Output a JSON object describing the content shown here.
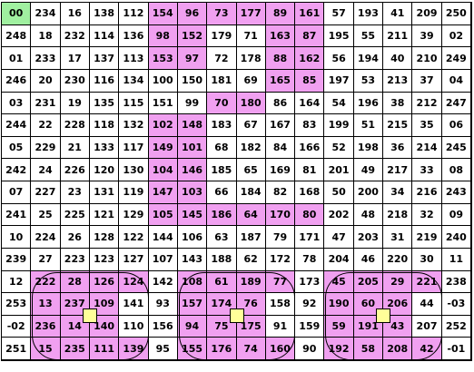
{
  "grid": [
    [
      "00",
      "234",
      "16",
      "138",
      "112",
      "154",
      "96",
      "73",
      "177",
      "89",
      "161",
      "57",
      "193",
      "41",
      "209",
      "250"
    ],
    [
      "248",
      "18",
      "232",
      "114",
      "136",
      "98",
      "152",
      "179",
      "71",
      "163",
      "87",
      "195",
      "55",
      "211",
      "39",
      "02"
    ],
    [
      "01",
      "233",
      "17",
      "137",
      "113",
      "153",
      "97",
      "72",
      "178",
      "88",
      "162",
      "56",
      "194",
      "40",
      "210",
      "249"
    ],
    [
      "246",
      "20",
      "230",
      "116",
      "134",
      "100",
      "150",
      "181",
      "69",
      "165",
      "85",
      "197",
      "53",
      "213",
      "37",
      "04"
    ],
    [
      "03",
      "231",
      "19",
      "135",
      "115",
      "151",
      "99",
      "70",
      "180",
      "86",
      "164",
      "54",
      "196",
      "38",
      "212",
      "247"
    ],
    [
      "244",
      "22",
      "228",
      "118",
      "132",
      "102",
      "148",
      "183",
      "67",
      "167",
      "83",
      "199",
      "51",
      "215",
      "35",
      "06"
    ],
    [
      "05",
      "229",
      "21",
      "133",
      "117",
      "149",
      "101",
      "68",
      "182",
      "84",
      "166",
      "52",
      "198",
      "36",
      "214",
      "245"
    ],
    [
      "242",
      "24",
      "226",
      "120",
      "130",
      "104",
      "146",
      "185",
      "65",
      "169",
      "81",
      "201",
      "49",
      "217",
      "33",
      "08"
    ],
    [
      "07",
      "227",
      "23",
      "131",
      "119",
      "147",
      "103",
      "66",
      "184",
      "82",
      "168",
      "50",
      "200",
      "34",
      "216",
      "243"
    ],
    [
      "241",
      "25",
      "225",
      "121",
      "129",
      "105",
      "145",
      "186",
      "64",
      "170",
      "80",
      "202",
      "48",
      "218",
      "32",
      "09"
    ],
    [
      "10",
      "224",
      "26",
      "128",
      "122",
      "144",
      "106",
      "63",
      "187",
      "79",
      "171",
      "47",
      "203",
      "31",
      "219",
      "240"
    ],
    [
      "239",
      "27",
      "223",
      "123",
      "127",
      "107",
      "143",
      "188",
      "62",
      "172",
      "78",
      "204",
      "46",
      "220",
      "30",
      "11"
    ],
    [
      "12",
      "222",
      "28",
      "126",
      "124",
      "142",
      "108",
      "61",
      "189",
      "77",
      "173",
      "45",
      "205",
      "29",
      "221",
      "238"
    ],
    [
      "253",
      "13",
      "237",
      "109",
      "141",
      "93",
      "157",
      "174",
      "76",
      "158",
      "92",
      "190",
      "60",
      "206",
      "44",
      "-03"
    ],
    [
      "-02",
      "236",
      "14",
      "140",
      "110",
      "156",
      "94",
      "75",
      "175",
      "91",
      "159",
      "59",
      "191",
      "43",
      "207",
      "252"
    ],
    [
      "251",
      "15",
      "235",
      "111",
      "139",
      "95",
      "155",
      "176",
      "74",
      "160",
      "90",
      "192",
      "58",
      "208",
      "42",
      "-01"
    ]
  ],
  "colors": {
    "pink": "#f0a0f0",
    "green": "#a0f0a0",
    "marker": "#ffff99",
    "grid_line": "#000000",
    "background": "#ffffff"
  },
  "highlights": {
    "green": [
      [
        0,
        0
      ]
    ],
    "pink": [
      [
        0,
        5
      ],
      [
        0,
        6
      ],
      [
        0,
        7
      ],
      [
        0,
        8
      ],
      [
        0,
        9
      ],
      [
        0,
        10
      ],
      [
        1,
        5
      ],
      [
        1,
        6
      ],
      [
        1,
        9
      ],
      [
        1,
        10
      ],
      [
        2,
        5
      ],
      [
        2,
        6
      ],
      [
        2,
        9
      ],
      [
        2,
        10
      ],
      [
        3,
        9
      ],
      [
        3,
        10
      ],
      [
        4,
        7
      ],
      [
        4,
        8
      ],
      [
        5,
        5
      ],
      [
        5,
        6
      ],
      [
        6,
        5
      ],
      [
        6,
        6
      ],
      [
        7,
        5
      ],
      [
        7,
        6
      ],
      [
        8,
        5
      ],
      [
        8,
        6
      ],
      [
        9,
        5
      ],
      [
        9,
        6
      ],
      [
        9,
        7
      ],
      [
        9,
        8
      ],
      [
        9,
        9
      ],
      [
        9,
        10
      ],
      [
        12,
        1
      ],
      [
        12,
        2
      ],
      [
        12,
        3
      ],
      [
        12,
        4
      ],
      [
        12,
        6
      ],
      [
        12,
        7
      ],
      [
        12,
        8
      ],
      [
        12,
        9
      ],
      [
        12,
        11
      ],
      [
        12,
        12
      ],
      [
        12,
        13
      ],
      [
        12,
        14
      ],
      [
        13,
        1
      ],
      [
        13,
        2
      ],
      [
        13,
        3
      ],
      [
        13,
        6
      ],
      [
        13,
        7
      ],
      [
        13,
        8
      ],
      [
        13,
        11
      ],
      [
        13,
        12
      ],
      [
        13,
        13
      ],
      [
        14,
        1
      ],
      [
        14,
        2
      ],
      [
        14,
        3
      ],
      [
        14,
        6
      ],
      [
        14,
        7
      ],
      [
        14,
        8
      ],
      [
        14,
        11
      ],
      [
        14,
        12
      ],
      [
        14,
        13
      ],
      [
        15,
        1
      ],
      [
        15,
        2
      ],
      [
        15,
        3
      ],
      [
        15,
        4
      ],
      [
        15,
        6
      ],
      [
        15,
        7
      ],
      [
        15,
        8
      ],
      [
        15,
        9
      ],
      [
        15,
        11
      ],
      [
        15,
        12
      ],
      [
        15,
        13
      ],
      [
        15,
        14
      ]
    ]
  },
  "groups": [
    {
      "name": "left-group",
      "rows": [
        12,
        15
      ],
      "cols": [
        1,
        4
      ]
    },
    {
      "name": "middle-group",
      "rows": [
        12,
        15
      ],
      "cols": [
        6,
        9
      ]
    },
    {
      "name": "right-group",
      "rows": [
        12,
        15
      ],
      "cols": [
        11,
        14
      ]
    }
  ],
  "markers": [
    {
      "name": "left-group-marker",
      "between_rows": [
        13,
        14
      ],
      "between_cols": [
        2,
        3
      ]
    },
    {
      "name": "middle-group-marker",
      "between_rows": [
        13,
        14
      ],
      "between_cols": [
        7,
        8
      ]
    },
    {
      "name": "right-group-marker",
      "between_rows": [
        13,
        14
      ],
      "between_cols": [
        12,
        13
      ]
    }
  ]
}
